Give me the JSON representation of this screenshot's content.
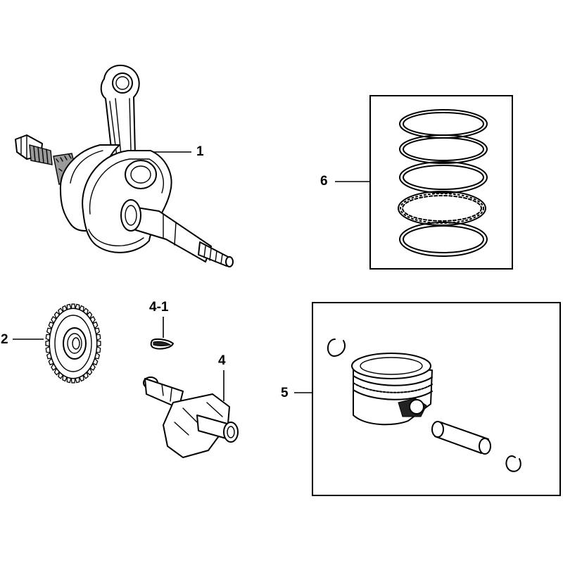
{
  "callouts": {
    "part_1": "1",
    "part_2": "2",
    "part_4": "4",
    "part_4_1": "4-1",
    "part_5": "5",
    "part_6": "6"
  }
}
